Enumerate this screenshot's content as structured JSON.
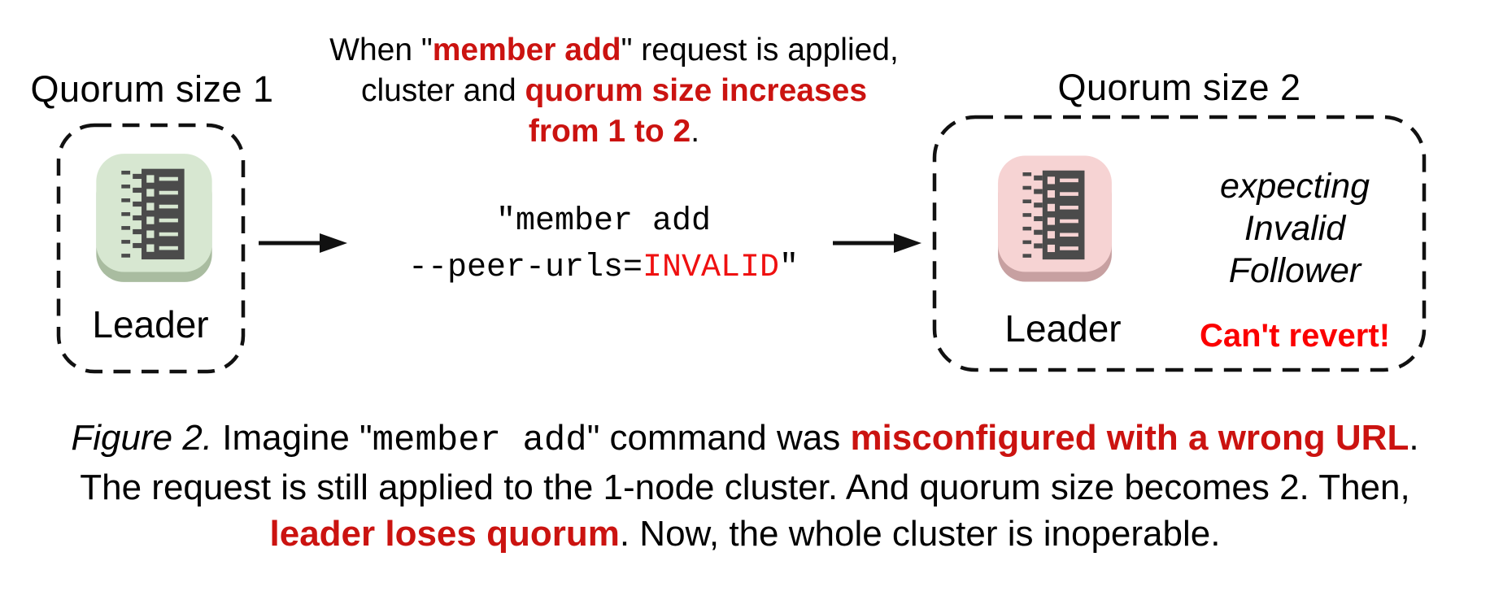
{
  "colors": {
    "red_bold": "#cb1310",
    "red_invalid": "#ef1010",
    "red_warning": "#fb0000",
    "tile_green": "#d7e7d1",
    "tile_green_shadow": "#a9bca0",
    "tile_pink": "#f6d3d3",
    "tile_pink_shadow": "#c7a0a1",
    "glyph_dark": "#4b4b4b",
    "line_black": "#111111"
  },
  "left_cluster": {
    "title": "Quorum size 1",
    "node_label": "Leader",
    "icon": "server-icon"
  },
  "right_cluster": {
    "title": "Quorum size 2",
    "node_label": "Leader",
    "icon": "server-icon",
    "expecting_lines": [
      "expecting",
      "Invalid",
      "Follower"
    ],
    "warning": "Can't revert!"
  },
  "top_note": {
    "lines": [
      [
        {
          "t": "When \"",
          "s": "plain"
        },
        {
          "t": "member add",
          "s": "red-bold"
        },
        {
          "t": "\" request is applied,",
          "s": "plain"
        }
      ],
      [
        {
          "t": "cluster and ",
          "s": "plain"
        },
        {
          "t": "quorum size increases",
          "s": "red-bold"
        }
      ],
      [
        {
          "t": "from 1 to 2",
          "s": "red-bold"
        },
        {
          "t": ".",
          "s": "plain"
        }
      ]
    ]
  },
  "command": {
    "lines": [
      [
        {
          "t": "\"member add",
          "s": "mono"
        }
      ],
      [
        {
          "t": "--peer-urls=",
          "s": "mono"
        },
        {
          "t": "INVALID",
          "s": "mono-red"
        },
        {
          "t": "\"",
          "s": "mono"
        }
      ]
    ]
  },
  "caption": {
    "lines": [
      [
        {
          "t": "Figure 2.",
          "s": "italic"
        },
        {
          "t": " Imagine \"",
          "s": "plain"
        },
        {
          "t": "member add",
          "s": "mono"
        },
        {
          "t": "\" command was ",
          "s": "plain"
        },
        {
          "t": "misconfigured with a wrong URL",
          "s": "red-bold"
        },
        {
          "t": ".",
          "s": "plain"
        }
      ],
      [
        {
          "t": "The request is still applied to the 1-node cluster. And quorum size becomes 2. Then,",
          "s": "plain"
        }
      ],
      [
        {
          "t": "leader loses quorum",
          "s": "red-bold"
        },
        {
          "t": ". Now, the whole cluster is inoperable.",
          "s": "plain"
        }
      ]
    ]
  }
}
